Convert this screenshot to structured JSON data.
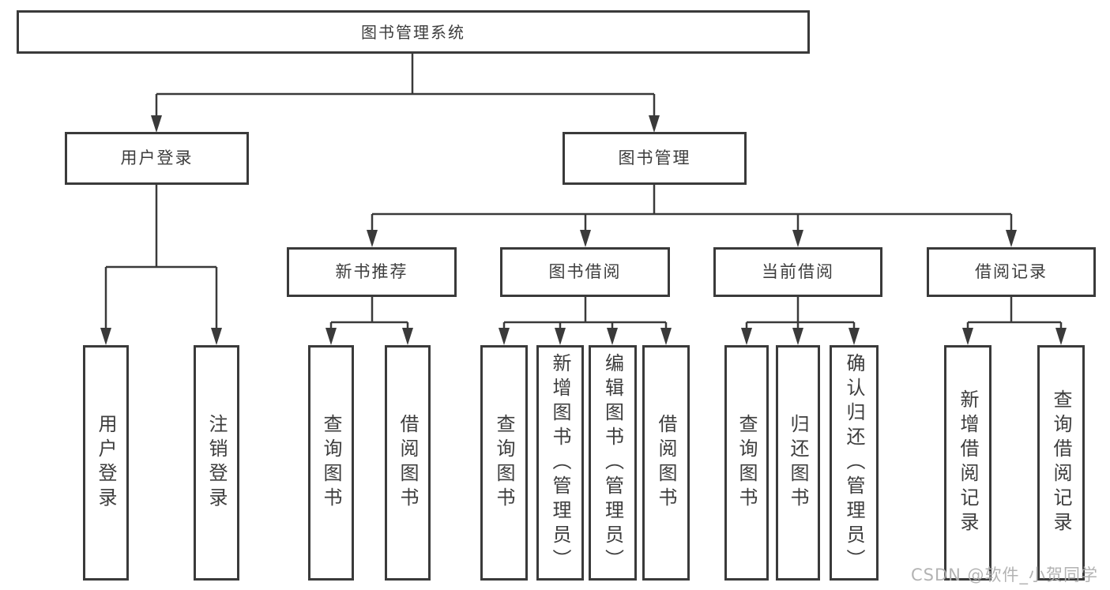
{
  "diagram": {
    "root": {
      "label": "图书管理系统"
    },
    "branches": {
      "userLogin": {
        "label": "用户登录",
        "children": [
          "用户登录",
          "注销登录"
        ]
      },
      "bookManagement": {
        "label": "图书管理",
        "children": {
          "newBookRecommend": {
            "label": "新书推荐",
            "children": [
              "查询图书",
              "借阅图书"
            ]
          },
          "bookBorrow": {
            "label": "图书借阅",
            "children": [
              "查询图书",
              "新增图书（管理员）",
              "编辑图书（管理员）",
              "借阅图书"
            ]
          },
          "currentBorrow": {
            "label": "当前借阅",
            "children": [
              "查询图书",
              "归还图书",
              "确认归还（管理员）"
            ]
          },
          "borrowRecords": {
            "label": "借阅记录",
            "children": [
              "新增借阅记录",
              "查询借阅记录"
            ]
          }
        }
      }
    },
    "watermark": "CSDN @软件_小贺同学",
    "colors": {
      "line": "#3a3a3a",
      "box_border": "#3a3a3a",
      "text": "#3d3d3d",
      "box_background": "#ffffff",
      "page_background": "#ffffff",
      "watermark": "#afafaf"
    }
  }
}
